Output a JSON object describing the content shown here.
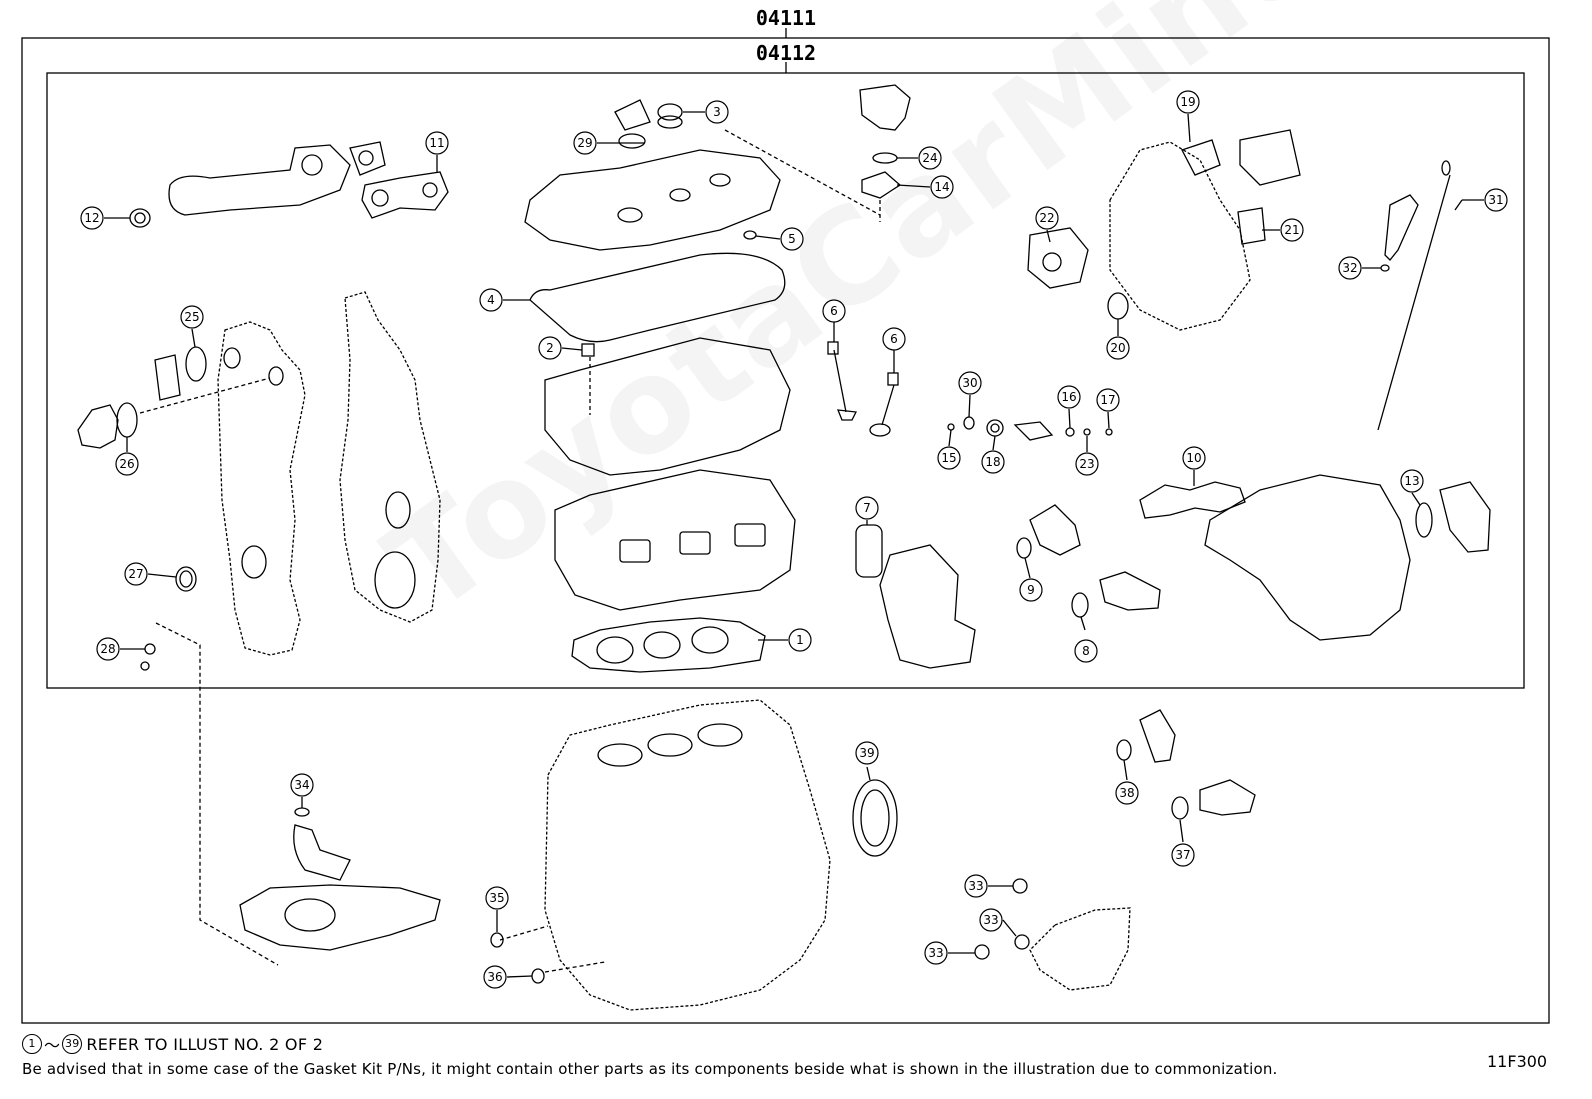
{
  "assembly_codes": {
    "outer": "04111",
    "inner": "04112"
  },
  "callouts": [
    "1",
    "2",
    "3",
    "4",
    "5",
    "6",
    "7",
    "8",
    "9",
    "10",
    "11",
    "12",
    "13",
    "14",
    "15",
    "16",
    "17",
    "18",
    "19",
    "20",
    "21",
    "22",
    "23",
    "24",
    "25",
    "26",
    "27",
    "28",
    "29",
    "30",
    "31",
    "32",
    "33",
    "34",
    "35",
    "36",
    "37",
    "38",
    "39"
  ],
  "notes": {
    "range_start": "1",
    "range_sep": "～",
    "range_end": "39",
    "range_text": "REFER TO ILLUST NO. 2 OF 2",
    "advisory": "Be advised that in some case of the Gasket Kit P/Ns,  it might contain other parts as its components beside what is shown in the illustration due to commonization."
  },
  "figure_id": "11F300",
  "watermark": "ToyotaCarMine.ru"
}
